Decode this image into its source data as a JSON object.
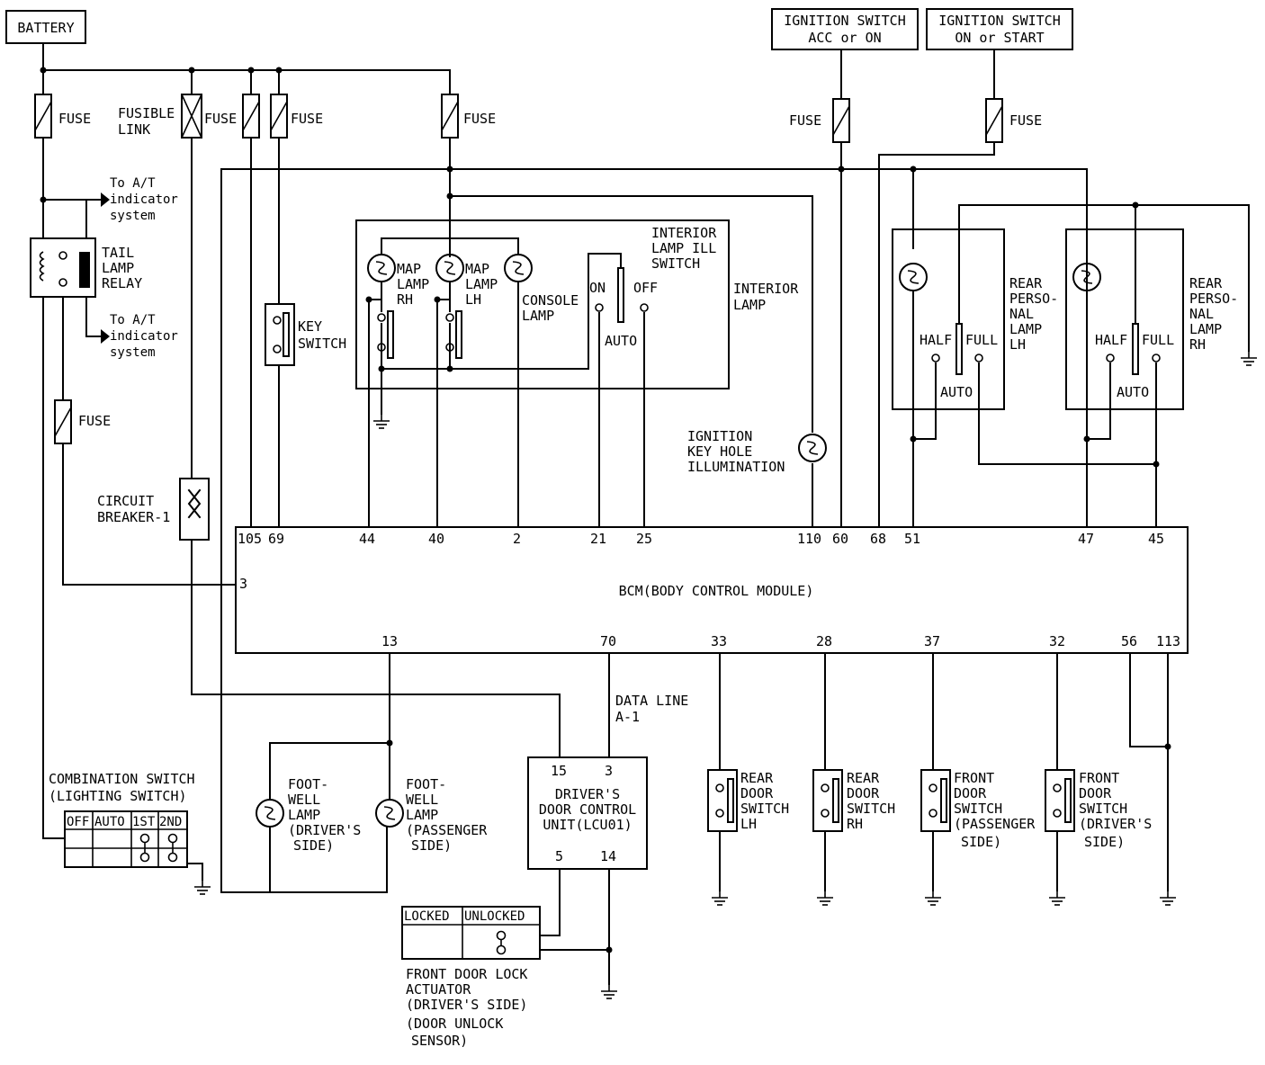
{
  "power": {
    "battery": "BATTERY",
    "ign_acc": [
      "IGNITION SWITCH",
      "ACC or ON"
    ],
    "ign_on": [
      "IGNITION SWITCH",
      "ON or START"
    ],
    "fuse": "FUSE",
    "fusible_link": [
      "FUSIBLE",
      "LINK"
    ]
  },
  "relay": {
    "to_at_top": [
      "To A/T",
      "indicator",
      "system"
    ],
    "to_at_bottom": [
      "To A/T",
      "indicator",
      "system"
    ],
    "tail_lamp_relay": [
      "TAIL",
      "LAMP",
      "RELAY"
    ],
    "circuit_breaker": [
      "CIRCUIT",
      "BREAKER-1"
    ]
  },
  "switches": {
    "key_switch": [
      "KEY",
      "SWITCH"
    ],
    "combination_switch": [
      "COMBINATION SWITCH",
      "(LIGHTING SWITCH)"
    ],
    "combo_cols": [
      "OFF",
      "AUTO",
      "1ST",
      "2ND"
    ]
  },
  "interior": {
    "map_rh": [
      "MAP",
      "LAMP",
      "RH"
    ],
    "map_lh": [
      "MAP",
      "LAMP",
      "LH"
    ],
    "console": [
      "CONSOLE",
      "LAMP"
    ],
    "ill_switch": [
      "INTERIOR",
      "LAMP ILL",
      "SWITCH"
    ],
    "on": "ON",
    "off": "OFF",
    "auto": "AUTO",
    "interior_lamp": [
      "INTERIOR",
      "LAMP"
    ],
    "keyhole": [
      "IGNITION",
      "KEY HOLE",
      "ILLUMINATION"
    ]
  },
  "rear": {
    "lh": [
      "REAR",
      "PERSO-",
      "NAL",
      "LAMP",
      "LH"
    ],
    "rh": [
      "REAR",
      "PERSO-",
      "NAL",
      "LAMP",
      "RH"
    ],
    "half": "HALF",
    "full": "FULL",
    "auto": "AUTO"
  },
  "bcm": {
    "label": "BCM(BODY CONTROL MODULE)",
    "top_pins": [
      "105",
      "69",
      "44",
      "40",
      "2",
      "21",
      "25",
      "110",
      "60",
      "68",
      "51",
      "47",
      "45"
    ],
    "left_pin": "3",
    "bottom_pins": [
      "13",
      "70",
      "33",
      "28",
      "37",
      "32",
      "56",
      "113"
    ]
  },
  "lower": {
    "footwell_driver": [
      "FOOT-",
      "WELL",
      "LAMP",
      "(DRIVER'S",
      "SIDE)"
    ],
    "footwell_passenger": [
      "FOOT-",
      "WELL",
      "LAMP",
      "(PASSENGER",
      "SIDE)"
    ],
    "data_line": [
      "DATA LINE",
      "A-1"
    ],
    "dcu": [
      "DRIVER'S",
      "DOOR CONTROL",
      "UNIT(LCU01)"
    ],
    "dcu_pins": [
      "15",
      "3",
      "5",
      "14"
    ],
    "lock_cols": [
      "LOCKED",
      "UNLOCKED"
    ],
    "lock_actuator": [
      "FRONT DOOR LOCK",
      "ACTUATOR",
      "(DRIVER'S SIDE)",
      "(DOOR UNLOCK",
      "SENSOR)"
    ],
    "rear_door_lh": [
      "REAR",
      "DOOR",
      "SWITCH",
      "LH"
    ],
    "rear_door_rh": [
      "REAR",
      "DOOR",
      "SWITCH",
      "RH"
    ],
    "front_door_pass": [
      "FRONT",
      "DOOR",
      "SWITCH",
      "(PASSENGER",
      "SIDE)"
    ],
    "front_door_drv": [
      "FRONT",
      "DOOR",
      "SWITCH",
      "(DRIVER'S",
      "SIDE)"
    ]
  }
}
